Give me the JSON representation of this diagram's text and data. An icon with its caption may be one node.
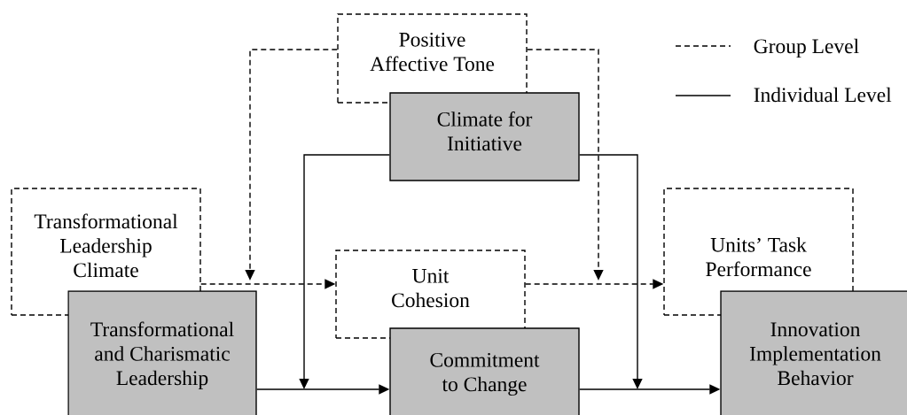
{
  "diagram": {
    "nodes": [
      {
        "text": [
          "Positive Affective Tone"
        ]
      },
      {
        "text": [
          "Climate for Initiative"
        ]
      },
      {
        "text": [
          "Transformational Leadership Climate"
        ]
      },
      {
        "text": [
          "Unit Cohesion"
        ]
      },
      {
        "text": [
          "Units’ Task Performance"
        ]
      },
      {
        "text": [
          "Transformational and Charismatic Leadership"
        ]
      },
      {
        "text": [
          "Commitment to Change"
        ]
      },
      {
        "text": [
          "Innovation Implementation Behavior"
        ]
      }
    ],
    "edges": [
      {
        "from": 2,
        "to": 3,
        "arrow": "to",
        "style": "dashed"
      },
      {
        "from": 0,
        "to": null,
        "arrow": "to",
        "style": "dashed"
      },
      {
        "from": 3,
        "to": 4,
        "arrow": "to",
        "style": "dashed"
      },
      {
        "from": 0,
        "to": null,
        "arrow": "to",
        "style": "dashed"
      },
      {
        "from": 5,
        "to": 6,
        "arrow": "to"
      },
      {
        "from": 1,
        "to": null,
        "arrow": "to"
      },
      {
        "from": 6,
        "to": 7,
        "arrow": "to"
      },
      {
        "from": 1,
        "to": null,
        "arrow": "to"
      }
    ],
    "legend": [
      {
        "text": "Group Level"
      },
      {
        "text": "Individual Level"
      }
    ]
  }
}
